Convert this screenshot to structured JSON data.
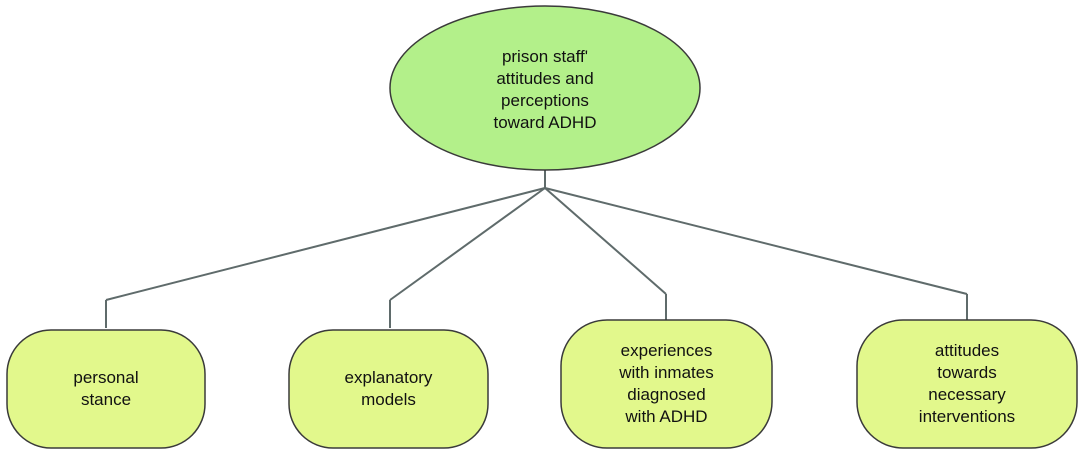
{
  "colors": {
    "root_fill": "#b3f08a",
    "child_fill": "#e2f88c",
    "node_stroke": "#3a3a3a",
    "connector": "#5f6b6b",
    "background": "#ffffff"
  },
  "diagram": {
    "root": {
      "label": "prison staff'\nattitudes and\nperceptions\ntoward ADHD"
    },
    "children": [
      {
        "label": "personal\nstance"
      },
      {
        "label": "explanatory\nmodels"
      },
      {
        "label": "experiences\nwith inmates\ndiagnosed\nwith ADHD"
      },
      {
        "label": "attitudes\ntowards\nnecessary\ninterventions"
      }
    ]
  }
}
